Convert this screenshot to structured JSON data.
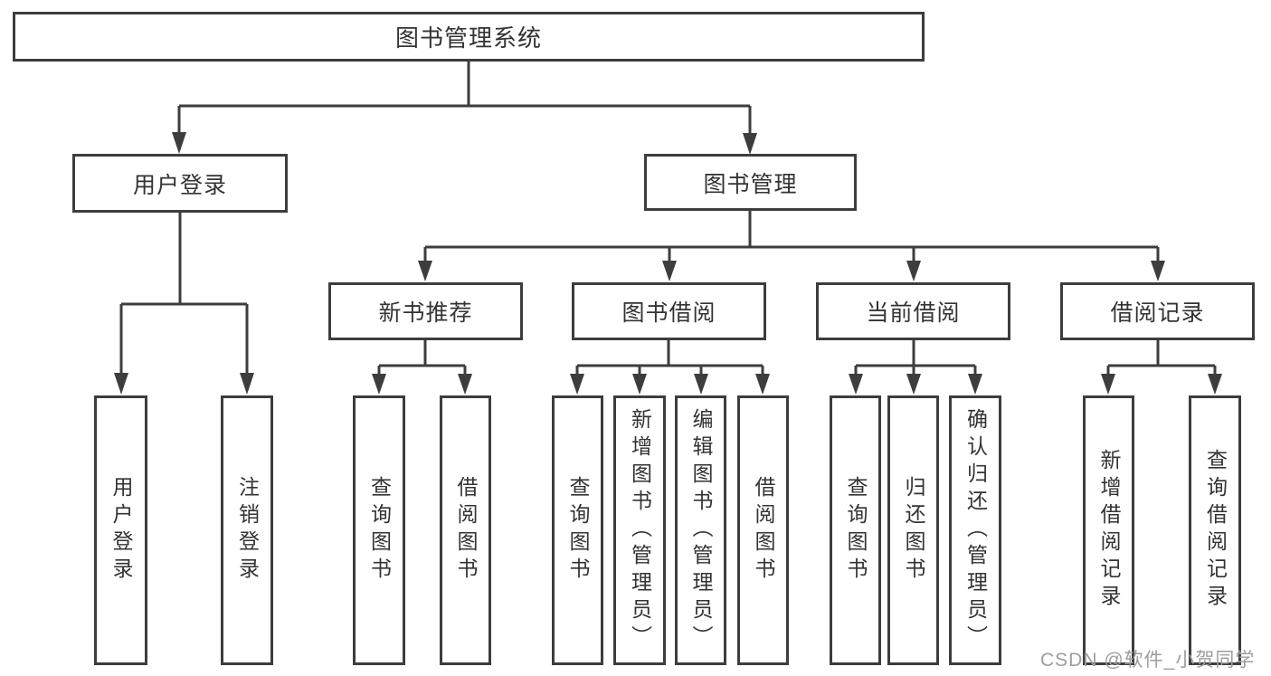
{
  "tree": {
    "root": {
      "label": "图书管理系统"
    },
    "branches": [
      {
        "label": "用户登录",
        "children": [
          {
            "label": "用户登录"
          },
          {
            "label": "注销登录"
          }
        ]
      },
      {
        "label": "图书管理",
        "sections": [
          {
            "label": "新书推荐",
            "children": [
              {
                "label": "查询图书"
              },
              {
                "label": "借阅图书"
              }
            ]
          },
          {
            "label": "图书借阅",
            "children": [
              {
                "label": "查询图书"
              },
              {
                "label": "新增图书（管理员）"
              },
              {
                "label": "编辑图书（管理员）"
              },
              {
                "label": "借阅图书"
              }
            ]
          },
          {
            "label": "当前借阅",
            "children": [
              {
                "label": "查询图书"
              },
              {
                "label": "归还图书"
              },
              {
                "label": "确认归还（管理员）"
              }
            ]
          },
          {
            "label": "借阅记录",
            "children": [
              {
                "label": "新增借阅记录"
              },
              {
                "label": "查询借阅记录"
              }
            ]
          }
        ]
      }
    ]
  },
  "watermark": {
    "text": "CSDN @软件_小贺同学"
  },
  "colors": {
    "line": "#3d3d3d",
    "box_border": "#3d3d3d",
    "text": "#333333",
    "watermark": "#9e9e9e",
    "background": "#ffffff"
  }
}
